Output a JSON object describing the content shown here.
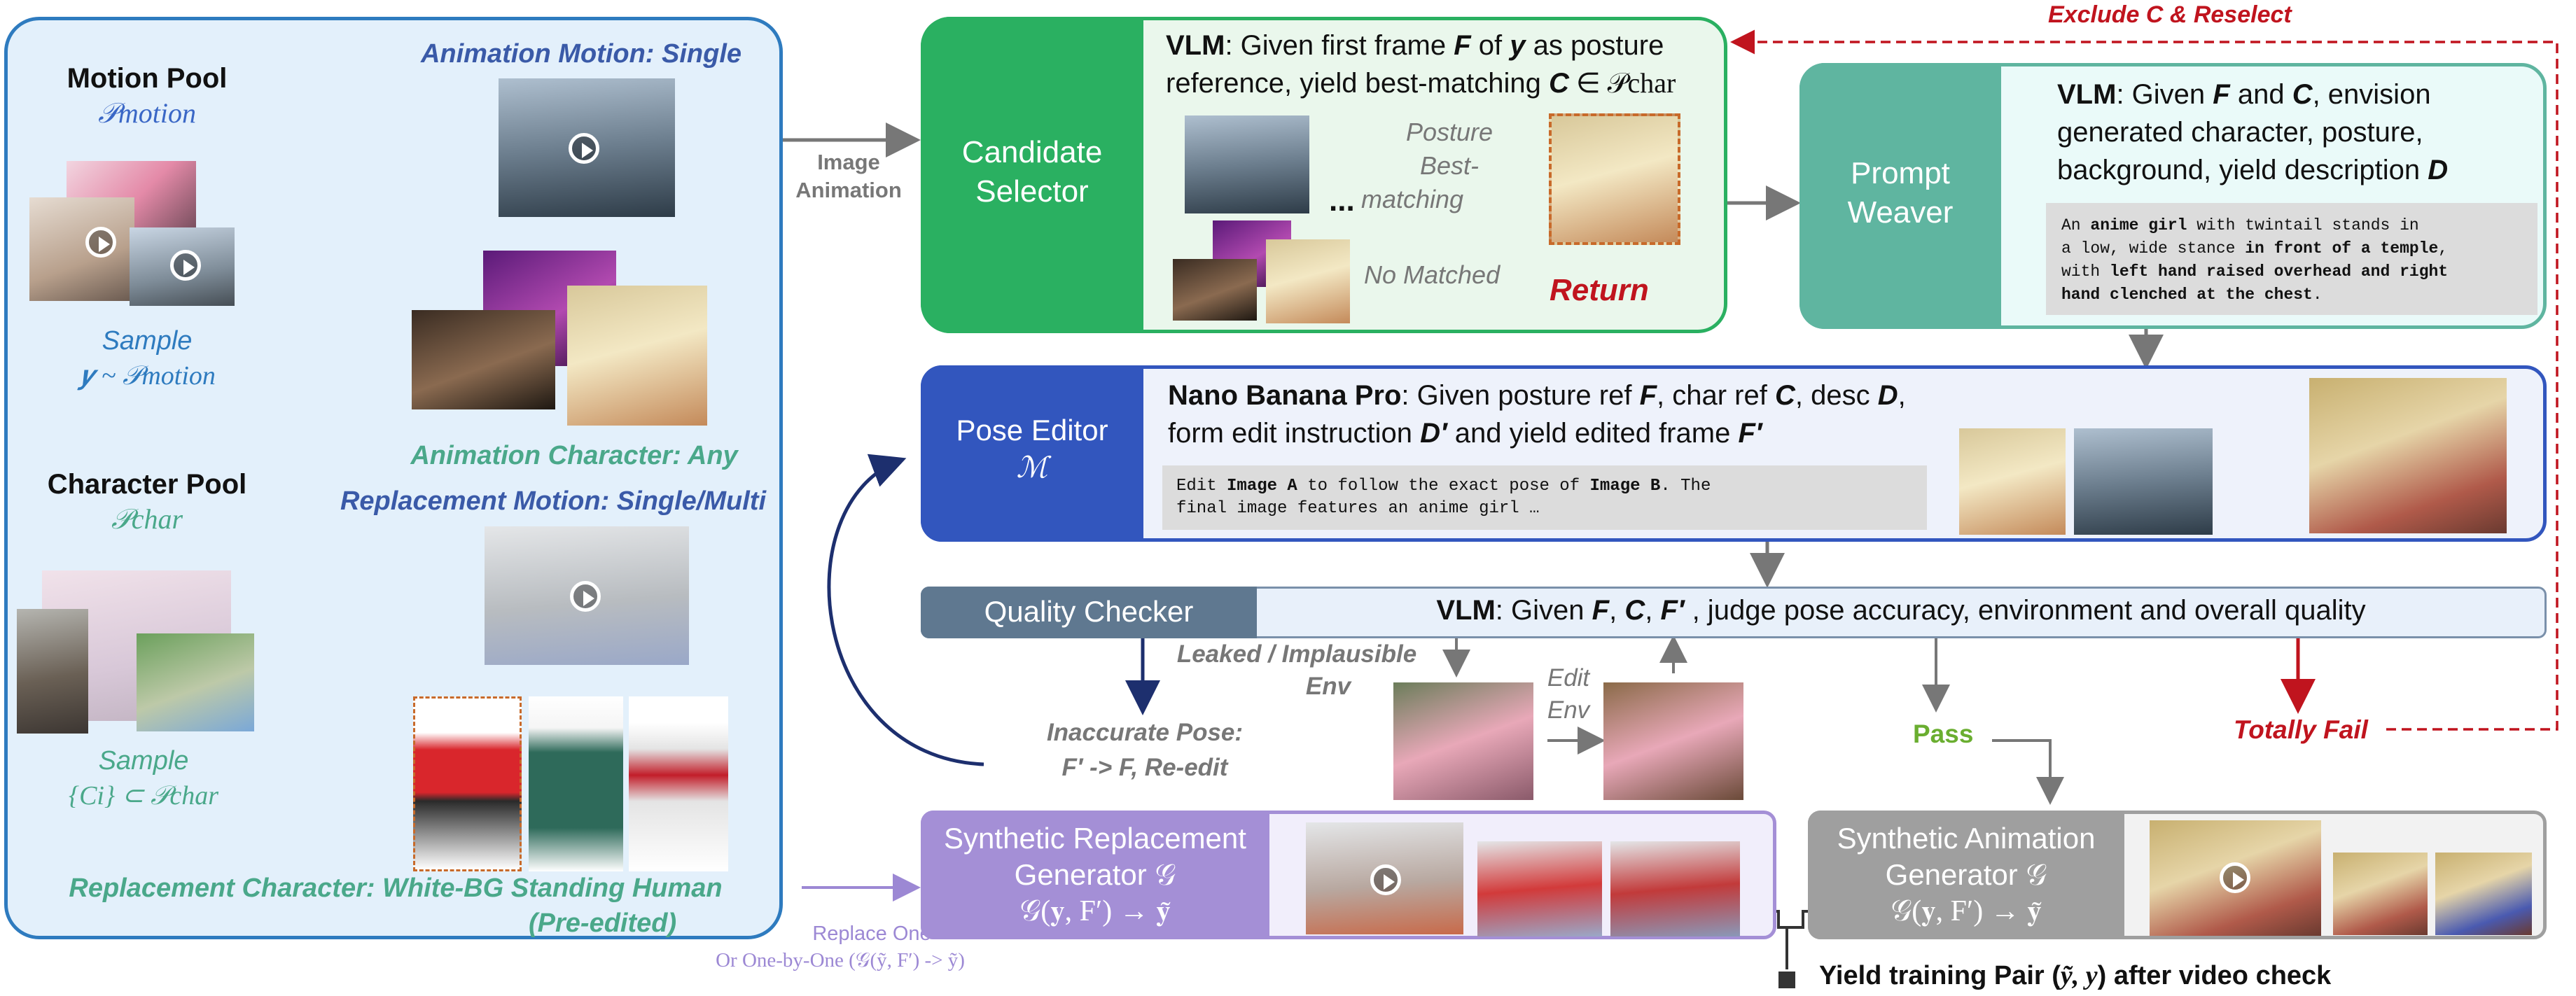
{
  "colors": {
    "left_panel_bg": "#e3f0fb",
    "left_panel_border": "#2e7bbf",
    "selector_green": "#2ab061",
    "selector_bg": "#eaf7ec",
    "weaver_teal": "#5fb5a0",
    "weaver_bg": "#eafaf9",
    "pose_blue": "#3256be",
    "pose_bg": "#eef2fb",
    "quality_slate": "#5f7890",
    "quality_bg": "#e8f0fa",
    "replace_purple": "#a48fd6",
    "replace_bg": "#f1eefb",
    "anim_gray": "#9f9f9f",
    "anim_bg": "#f2f2f2",
    "red": "#c0141e",
    "pass_green": "#6aae30",
    "motion_label_blue": "#3a5aa8",
    "char_label_teal": "#4aa88a"
  },
  "left": {
    "motion_pool_title": "Motion Pool",
    "motion_pool_symbol": "𝒫motion",
    "sample_motion_line1": "Sample",
    "sample_motion_line2": "𝒚 ~ 𝒫motion",
    "character_pool_title": "Character Pool",
    "character_pool_symbol": "𝒫char",
    "sample_char_line1": "Sample",
    "sample_char_line2": "{Ci} ⊂ 𝒫char",
    "animation_motion_label": "Animation Motion: Single",
    "animation_character_label": "Animation Character: Any",
    "replacement_motion_label": "Replacement Motion: Single/Multi",
    "replacement_character_label": "Replacement Character: White-BG Standing Human",
    "replacement_character_note": "(Pre-edited)"
  },
  "edges": {
    "image_animation_line1": "Image",
    "image_animation_line2": "Animation",
    "exclude_reselect": "Exclude C & Reselect",
    "replace_one_line1": "Replace One",
    "replace_one_line2": "Or One-by-One (𝒢(ỹ, F′) -> ỹ)"
  },
  "selector": {
    "name_line1": "Candidate",
    "name_line2": "Selector",
    "vlm_tag": "VLM",
    "desc_line1_a": ": Given first frame ",
    "desc_line1_f": "F",
    "desc_line1_b": " of ",
    "desc_line1_y": "y",
    "desc_line1_c": " as posture",
    "desc_line2_a": "reference, yield best-matching ",
    "desc_line2_c": "C",
    "desc_line2_b": " ∈ 𝒫char",
    "posture_line1": "Posture Best-",
    "posture_line2": "matching",
    "ellipsis": "...",
    "no_matched": "No Matched",
    "return_label": "Return"
  },
  "weaver": {
    "name_line1": "Prompt",
    "name_line2": "Weaver",
    "vlm_tag": "VLM",
    "desc_line1_a": ": Given ",
    "desc_line1_f": "F",
    "desc_line1_and": " and ",
    "desc_line1_c": "C",
    "desc_line1_b": ", envision",
    "desc_line2": "generated character, posture,",
    "desc_line3_a": "background, yield description ",
    "desc_line3_d": "D",
    "code_line1_a": "An ",
    "code_line1_b": "anime girl",
    "code_line1_c": " with twintail stands in",
    "code_line2_a": "a low, wide stance ",
    "code_line2_b": "in front of a temple",
    "code_line2_c": ",",
    "code_line3_a": "with ",
    "code_line3_b": "left hand raised overhead and right",
    "code_line4_b": "hand clenched at the chest",
    "code_line4_c": "."
  },
  "pose": {
    "name": "Pose Editor",
    "symbol": "ℳ",
    "model_tag": "Nano Banana Pro",
    "desc_line1_a": ": Given posture ref ",
    "desc_line1_f": "F",
    "desc_line1_b": ", char ref ",
    "desc_line1_c": "C",
    "desc_line1_d": ", desc ",
    "desc_line1_dd": "D",
    "desc_line1_e": ",",
    "desc_line2_a": "form edit instruction ",
    "desc_line2_d": "D′",
    "desc_line2_b": " and yield edited frame ",
    "desc_line2_f": "F′",
    "code_line1_a": "Edit ",
    "code_line1_b": "Image A",
    "code_line1_c": " to follow the exact pose of ",
    "code_line1_d": "Image B",
    "code_line1_e": ". The",
    "code_line2": "final image features an anime girl …"
  },
  "quality": {
    "name": "Quality Checker",
    "vlm_tag": "VLM",
    "desc_a": ": Given ",
    "desc_f": "F",
    "desc_c": "C",
    "desc_fp": "F′",
    "desc_b": " , judge pose accuracy, environment and overall quality",
    "leaked_line1": "Leaked / Implausible",
    "leaked_line2": "Env",
    "edit_env_line1": "Edit",
    "edit_env_line2": "Env",
    "inaccurate_line1": "Inaccurate Pose:",
    "inaccurate_line2": "F′ -> F, Re-edit",
    "pass": "Pass",
    "totally_fail": "Totally Fail"
  },
  "replacement_gen": {
    "name_line1": "Synthetic Replacement",
    "name_line2": "Generator 𝒢",
    "formula": "𝒢(𝐲, F′) → 𝐲̃"
  },
  "animation_gen": {
    "name_line1": "Synthetic Animation",
    "name_line2": "Generator 𝒢",
    "formula": "𝒢(𝐲, F′) → 𝐲̃"
  },
  "footer": {
    "yield_a": "Yield training Pair  (",
    "yield_pair": "ỹ,  y",
    "yield_b": ")  after video check"
  }
}
